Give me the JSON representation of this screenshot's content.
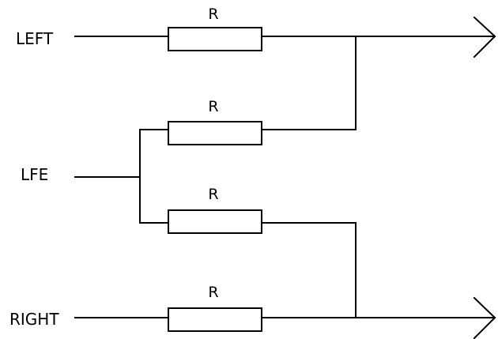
{
  "inputs": {
    "left": "LEFT",
    "lfe": "LFE",
    "right": "RIGHT"
  },
  "resistors": [
    {
      "label": "R"
    },
    {
      "label": "R"
    },
    {
      "label": "R"
    },
    {
      "label": "R"
    }
  ],
  "colors": {
    "stroke": "#000000",
    "background": "#ffffff"
  }
}
